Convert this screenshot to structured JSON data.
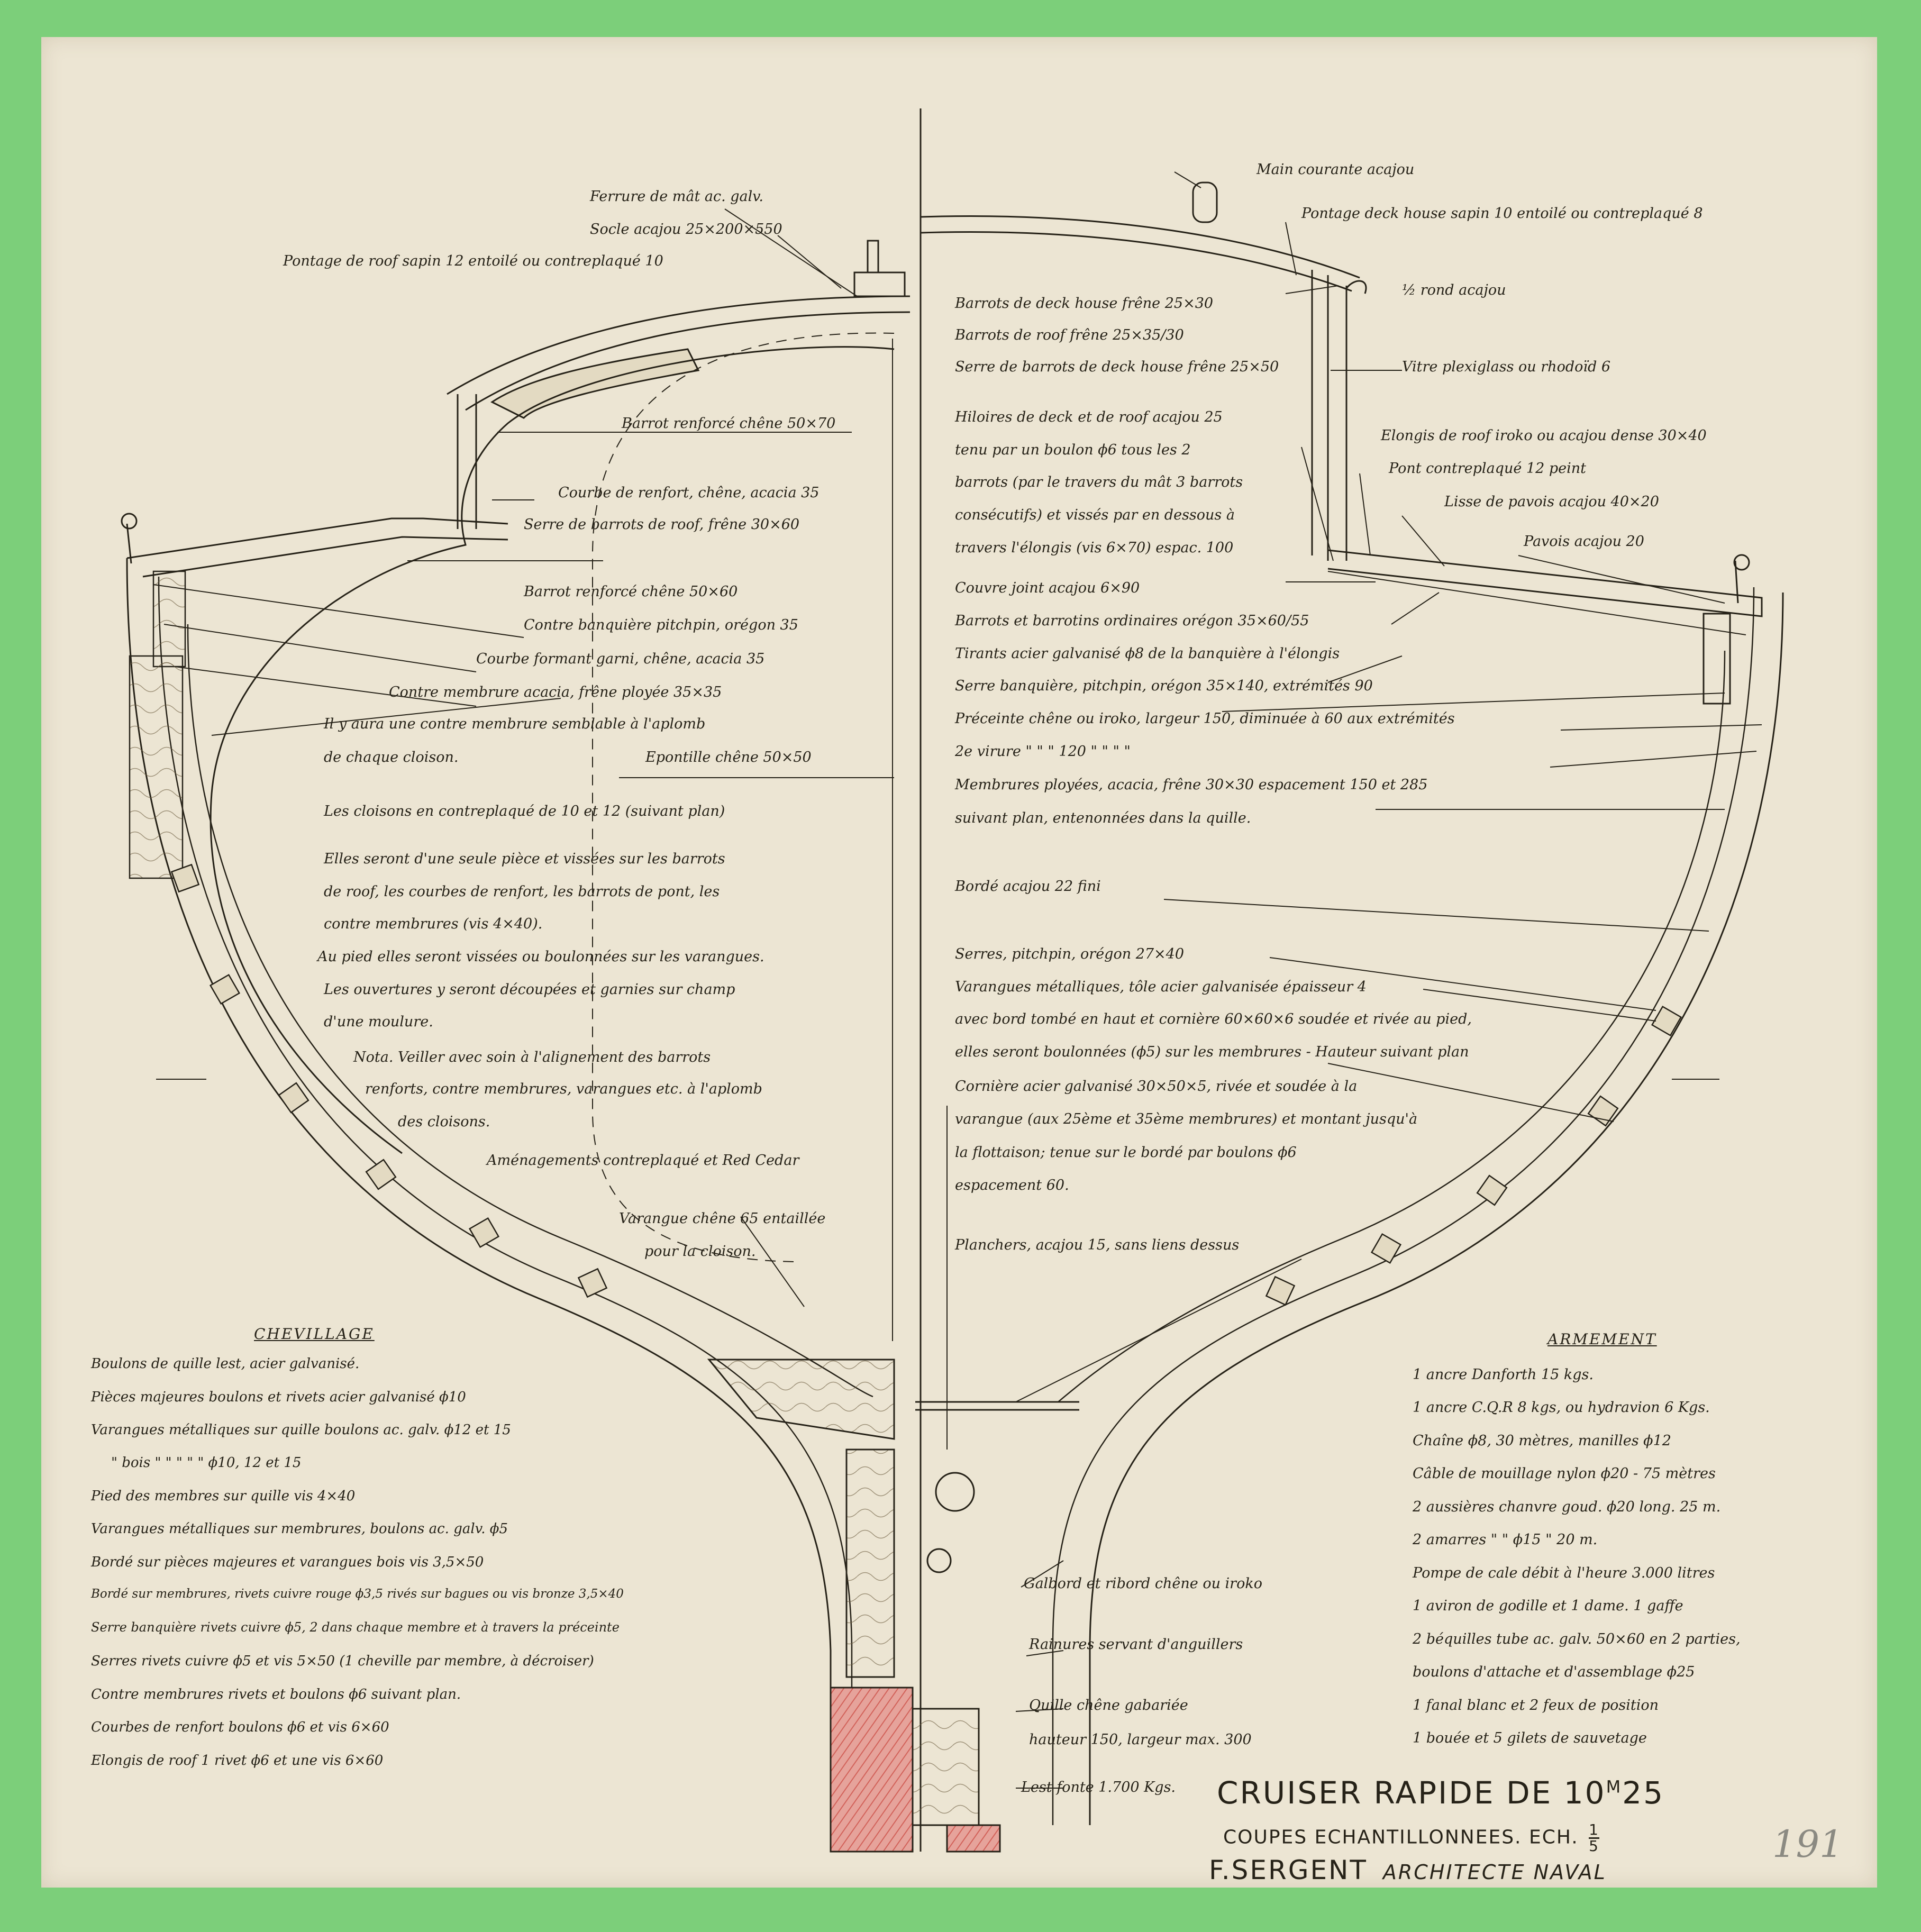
{
  "title": {
    "main": "CRUISER RAPIDE DE 10",
    "main_sup": "M",
    "main_end": "25",
    "subtitle": "COUPES ECHANTILLONNEES. ECH.",
    "scale_num": "1",
    "scale_den": "5",
    "author": "F.SERGENT",
    "author_role": "ARCHITECTE NAVAL",
    "sheet_number": "191"
  },
  "left_labels": [
    "Ferrure de mât ac. galv.",
    "Socle acajou 25×200×550",
    "Pontage de roof sapin 12 entoilé ou contreplaqué 10",
    "Barrot renforcé chêne 50×70",
    "Courbe de renfort, chêne, acacia 35",
    "Serre de barrots de roof, frêne 30×60",
    "Barrot renforcé chêne 50×60",
    "Contre banquière pitchpin, orégon 35",
    "Courbe formant garni, chêne, acacia 35",
    "Contre membrure acacia, frêne ployée 35×35",
    "Il y aura une contre membrure semblable à l'aplomb",
    "de chaque cloison.",
    "Epontille chêne 50×50",
    "Les cloisons en contreplaqué de 10 et 12 (suivant plan)",
    "Elles seront d'une seule pièce et vissées sur les barrots",
    "de roof, les courbes de renfort, les barrots de pont, les",
    "contre membrures (vis 4×40).",
    "Au pied elles seront vissées ou boulonnées sur les varangues.",
    "Les ouvertures y seront découpées et garnies sur champ",
    "d'une moulure.",
    "Nota. Veiller avec soin à l'alignement des barrots",
    "renforts, contre membrures, varangues etc. à l'aplomb",
    "des cloisons.",
    "Aménagements contreplaqué et Red Cedar",
    "Varangue chêne 65 entaillée",
    "pour la cloison."
  ],
  "right_labels": [
    "Main courante acajou",
    "Pontage deck house sapin 10 entoilé ou contreplaqué 8",
    "½ rond acajou",
    "Barrots de deck house frêne 25×30",
    "Barrots de roof frêne 25×35/30",
    "Serre de barrots de deck house frêne 25×50",
    "Vitre plexiglass ou rhodoïd 6",
    "Hiloires de deck et de roof acajou 25",
    "tenu par un boulon ϕ6 tous les 2",
    "barrots (par le travers du mât 3 barrots",
    "consécutifs) et vissés par en dessous à",
    "travers l'élongis (vis 6×70) espac. 100",
    "Elongis de roof iroko ou acajou dense 30×40",
    "Pont contreplaqué 12 peint",
    "Lisse de pavois acajou 40×20",
    "Pavois acajou 20",
    "Couvre joint acajou 6×90",
    "Barrots et barrotins ordinaires orégon 35×60/55",
    "Tirants acier galvanisé ϕ8 de la banquière à l'élongis",
    "Serre banquière, pitchpin, orégon 35×140, extrémités 90",
    "Préceinte chêne ou iroko, largeur 150, diminuée à 60 aux extrémités",
    "2e virure  \"   \"   \"  120  \"   \"   \"   \"",
    "Membrures ployées, acacia, frêne 30×30 espacement 150 et 285",
    "suivant plan, entenonnées dans la quille.",
    "Bordé acajou 22 fini",
    "Serres, pitchpin, orégon 27×40",
    "Varangues métalliques, tôle acier galvanisée épaisseur 4",
    "avec bord tombé en haut et cornière 60×60×6 soudée et rivée au pied,",
    "elles seront boulonnées (ϕ5) sur les membrures - Hauteur suivant plan",
    "Cornière acier galvanisé 30×50×5, rivée et soudée à la",
    "varangue (aux 25ème et 35ème membrures) et montant jusqu'à",
    "la flottaison; tenue sur le bordé par boulons ϕ6",
    "espacement 60.",
    "Planchers, acajou 15, sans liens dessus",
    "Galbord et ribord chêne ou iroko",
    "Rainures servant d'anguillers",
    "Quille chêne gabariée",
    "hauteur 150, largeur max. 300",
    "Lest fonte 1.700 Kgs."
  ],
  "chevillage": {
    "heading": "CHEVILLAGE",
    "lines": [
      "Boulons de quille lest, acier galvanisé.",
      "Pièces majeures boulons et rivets acier galvanisé ϕ10",
      "Varangues métalliques sur quille boulons ac. galv. ϕ12 et 15",
      "\"   bois   \"   \"   \"   \"   \"  ϕ10, 12 et 15",
      "Pied des membres sur quille vis 4×40",
      "Varangues métalliques sur membrures, boulons ac. galv. ϕ5",
      "Bordé sur pièces majeures et varangues bois vis 3,5×50",
      "Bordé sur membrures, rivets cuivre rouge ϕ3,5 rivés sur bagues ou vis bronze 3,5×40",
      "Serre banquière rivets cuivre ϕ5, 2 dans chaque membre et à travers la préceinte",
      "Serres rivets cuivre ϕ5 et vis 5×50 (1 cheville par membre, à décroiser)",
      "Contre membrures rivets et boulons ϕ6 suivant plan.",
      "Courbes de renfort boulons ϕ6 et vis 6×60",
      "Elongis de roof 1 rivet ϕ6 et une vis 6×60"
    ]
  },
  "armement": {
    "heading": "ARMEMENT",
    "lines": [
      "1 ancre Danforth 15 kgs.",
      "1 ancre C.Q.R 8 kgs, ou hydravion 6 Kgs.",
      "Chaîne ϕ8, 30 mètres, manilles ϕ12",
      "Câble de mouillage nylon ϕ20 - 75 mètres",
      "2 aussières chanvre goud. ϕ20 long. 25 m.",
      "2 amarres   \"   \"  ϕ15  \"  20 m.",
      "Pompe de cale débit à l'heure 3.000 litres",
      "1 aviron de godille et 1 dame. 1 gaffe",
      "2 béquilles tube ac. galv. 50×60 en 2 parties,",
      "boulons d'attache et d'assemblage ϕ25",
      "1 fanal blanc et 2 feux de position",
      "1 bouée et 5 gilets de sauvetage"
    ]
  },
  "colors": {
    "paper": "#ece5d3",
    "tape": "#7ccf7a",
    "ink": "#262218",
    "ballast_red": "#d9726a"
  }
}
